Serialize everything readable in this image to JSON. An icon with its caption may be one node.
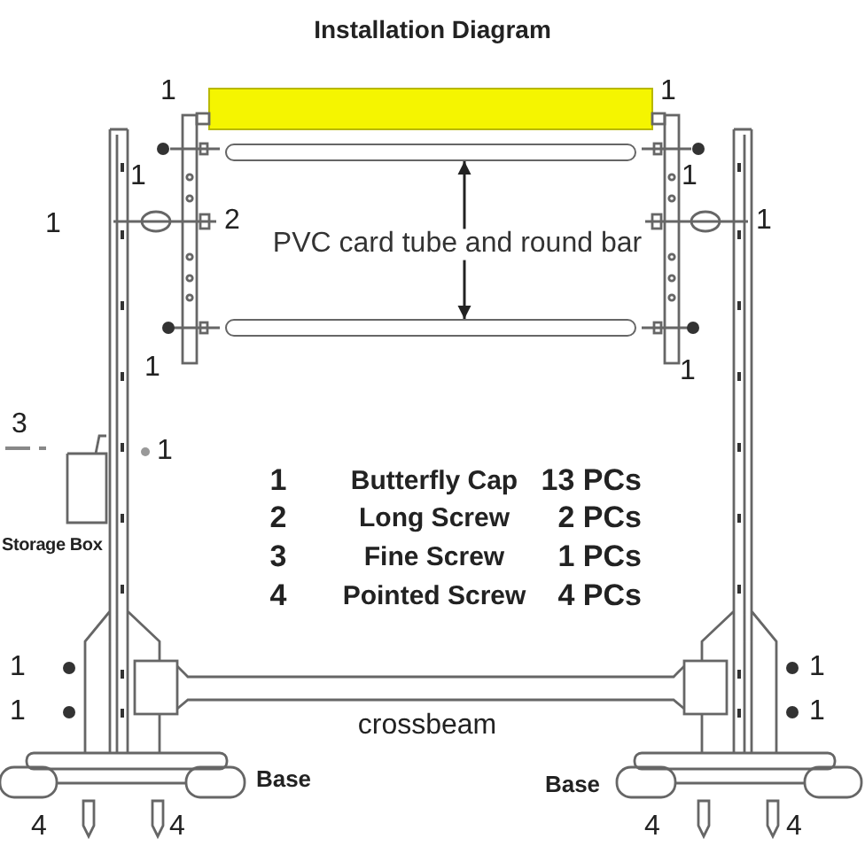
{
  "diagram": {
    "title": "Installation Diagram",
    "nodes": [
      {
        "text": [
          "PVC card tube and round bar"
        ]
      },
      {
        "text": [],
        "shape": "bar"
      },
      {
        "text": [],
        "shape": "bar"
      }
    ],
    "edges": [
      {
        "from": 0,
        "to": 1,
        "arrow": "to"
      },
      {
        "from": 0,
        "to": 2,
        "arrow": "to"
      }
    ],
    "labels": [
      "1",
      "1",
      "1",
      "1",
      "1",
      "2",
      "1",
      "1",
      "1",
      "3",
      "1",
      "Storage Box",
      "1",
      "Butterfly Cap",
      "13 PCs",
      "2",
      "Long Screw",
      "2 PCs",
      "3",
      "Fine Screw",
      "1 PCs",
      "4",
      "Pointed Screw",
      "4 PCs",
      "1",
      "1",
      "1",
      "1",
      "crossbeam",
      "Base",
      "Base",
      "4",
      "4",
      "4",
      "4"
    ]
  }
}
